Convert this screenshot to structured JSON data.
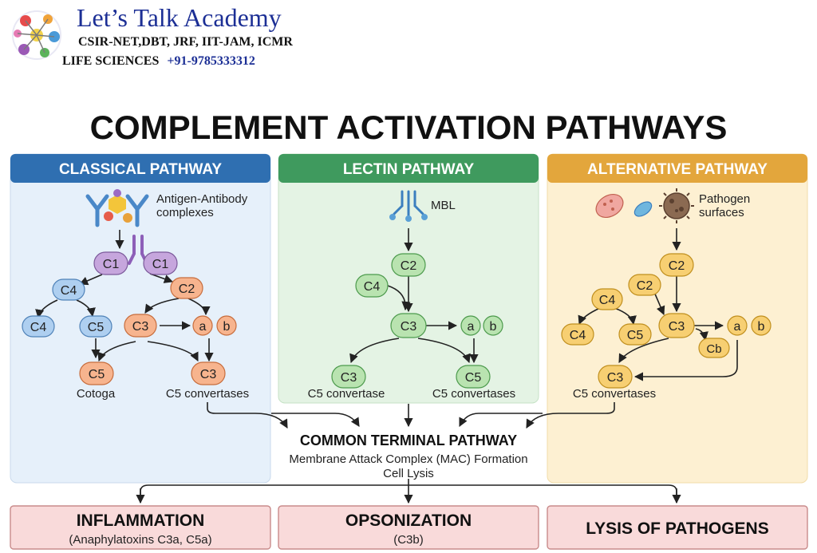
{
  "brand": {
    "name": "Let’s Talk Academy",
    "exams": "CSIR-NET,DBT, JRF, IIT-JAM, ICMR",
    "subject": "LIFE SCIENCES",
    "phone": "+91-9785333312"
  },
  "title": "COMPLEMENT ACTIVATION PATHWAYS",
  "classical": {
    "header": "CLASSICAL PATHWAY",
    "trigger": [
      "Antigen-Antibody",
      "complexes"
    ],
    "nodes": {
      "c1a": "C1",
      "c1b": "C1",
      "c4": "C4",
      "c2": "C2",
      "c4b": "C4",
      "c5": "C5",
      "c3": "C3",
      "a": "a",
      "b": "b",
      "c5out": "C5",
      "c3out": "C3"
    },
    "label_left": "Cotoga",
    "label_right": "C5 convertases"
  },
  "lectin": {
    "header": "LECTIN PATHWAY",
    "trigger": "MBL",
    "nodes": {
      "c2": "C2",
      "c4": "C4",
      "c3": "C3",
      "a": "a",
      "b": "b",
      "c3out": "C3",
      "c5out": "C5"
    },
    "label_left": "C5 convertase",
    "label_right": "C5 convertases"
  },
  "alternative": {
    "header": "ALTERNATIVE PATHWAY",
    "trigger": [
      "Pathogen",
      "surfaces"
    ],
    "nodes": {
      "c2a": "C2",
      "c2b": "C2",
      "c4a": "C4",
      "c4b": "C4",
      "c5": "C5",
      "c3": "C3",
      "a": "a",
      "b": "b",
      "cb": "Cb",
      "c3out": "C3"
    },
    "label": "C5 convertases"
  },
  "terminal": {
    "title": "COMMON TERMINAL PATHWAY",
    "line1": "Membrane Attack Complex (MAC) Formation",
    "line2": "Cell Lysis"
  },
  "outcomes": [
    {
      "title": "INFLAMMATION",
      "sub": "(Anaphylatoxins C3a, C5a)"
    },
    {
      "title": "OPSONIZATION",
      "sub": "(C3b)"
    },
    {
      "title": "LYSIS OF PATHOGENS",
      "sub": ""
    }
  ],
  "colors": {
    "classical_header": "#2f6fb1",
    "classical_panel": "#e6f0fa",
    "lectin_header": "#3f9a5e",
    "lectin_panel": "#e4f3e4",
    "alternative_header": "#e3a63c",
    "alternative_panel": "#fdf0d2",
    "blue_node": "#aecff0",
    "orange_node": "#f7b48e",
    "purple_node": "#c6a6dd",
    "green_node": "#b9e3b0",
    "yellow_node": "#f7cf72",
    "outcome_fill": "#f9dada",
    "outcome_border": "#c98b8b"
  }
}
